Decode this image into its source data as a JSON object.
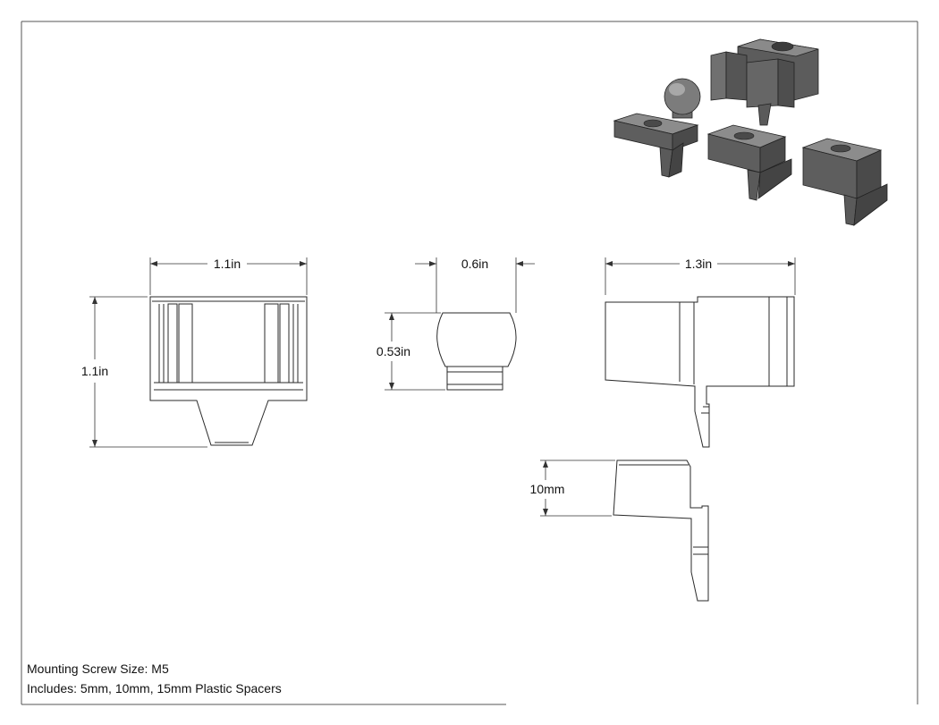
{
  "dimensions": {
    "front_width": "1.1in",
    "front_height": "1.1in",
    "ball_width": "0.6in",
    "ball_height": "0.53in",
    "side_width": "1.3in",
    "spacer_height": "10mm"
  },
  "notes": {
    "mounting": "Mounting Screw Size: M5",
    "includes": "Includes: 5mm, 10mm, 15mm Plastic Spacers"
  },
  "colors": {
    "line": "#2a2a2a",
    "part_fill": "#6e6e6e",
    "part_dark": "#4a4a4a",
    "part_light": "#9a9a9a"
  }
}
